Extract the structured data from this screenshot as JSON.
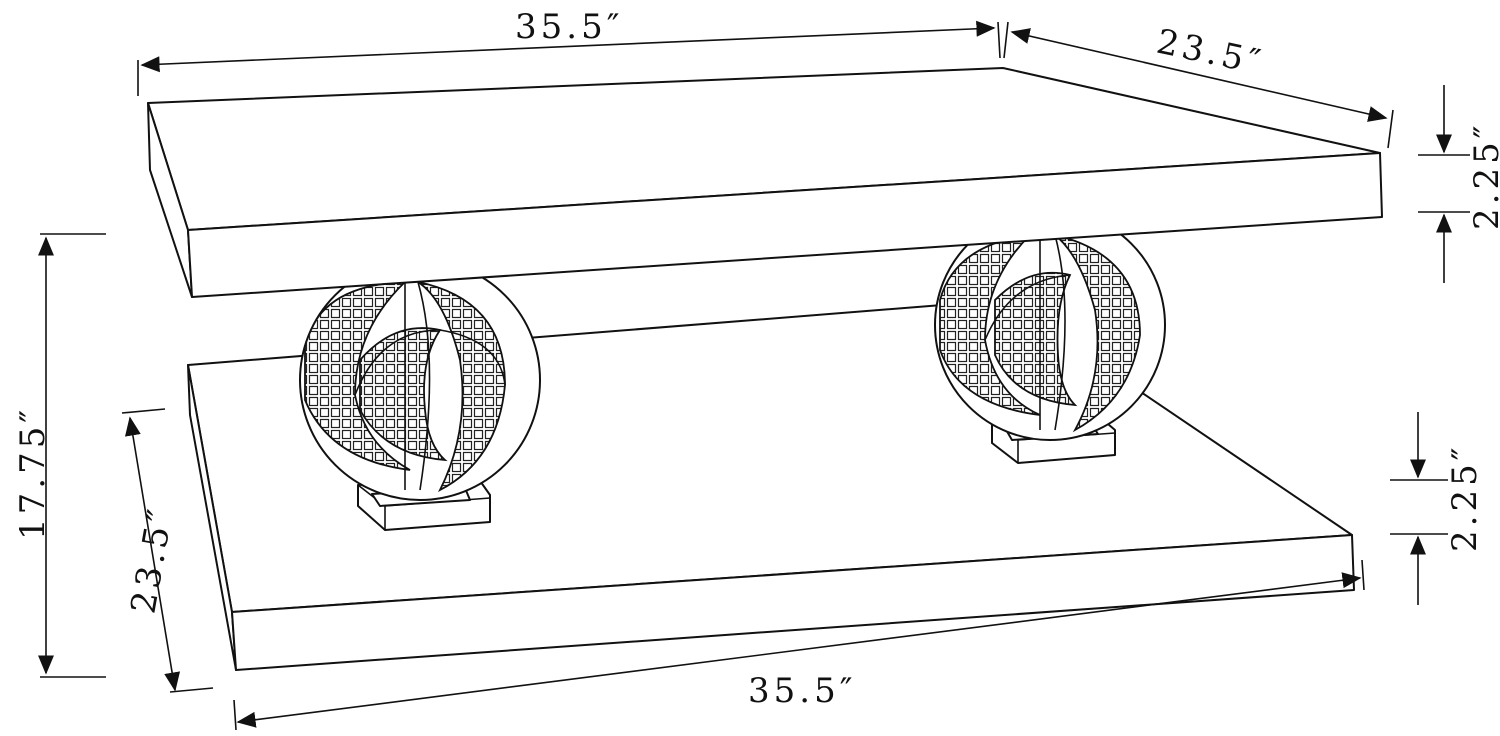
{
  "diagram": {
    "line_color": "#111111",
    "background": "#ffffff",
    "dimensions": {
      "top_length": "35.5″",
      "top_depth": "23.5″",
      "top_thickness": "2.25″",
      "total_height": "17.75″",
      "bottom_depth": "23.5″",
      "bottom_thickness": "2.25″",
      "bottom_length": "35.5″"
    }
  }
}
